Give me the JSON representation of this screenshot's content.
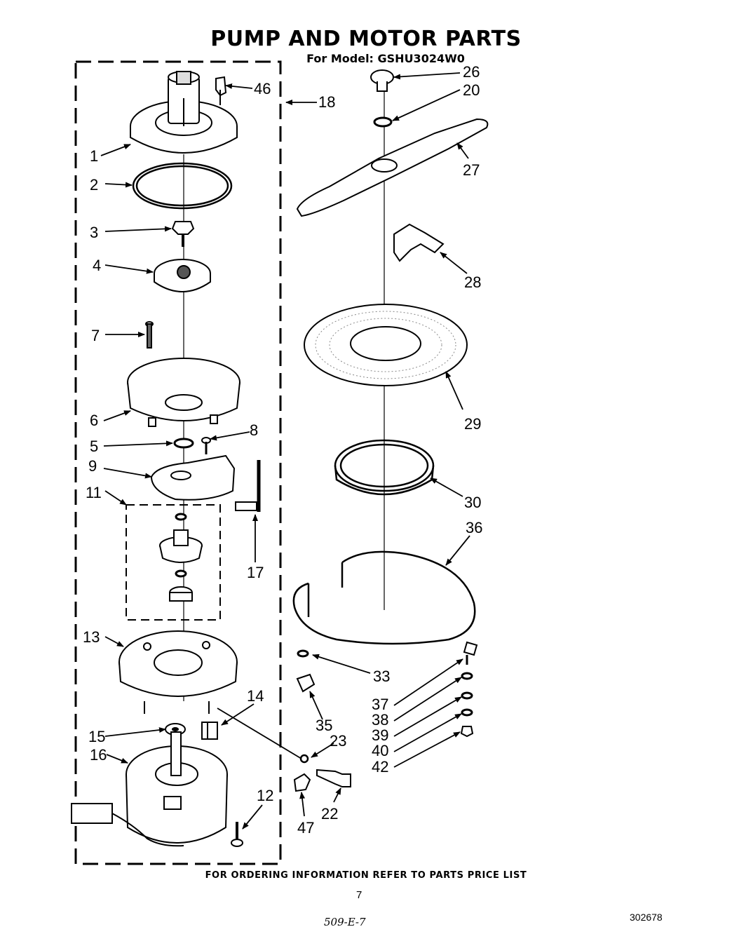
{
  "title": "PUMP AND MOTOR PARTS",
  "subtitle": "For Model: GSHU3024W0",
  "footer_note": "FOR ORDERING INFORMATION REFER TO PARTS PRICE LIST",
  "page_number": "7",
  "document_number": "302678",
  "handwritten_note": "509-E-7",
  "callouts": {
    "c46": "46",
    "c18": "18",
    "c1": "1",
    "c2": "2",
    "c3": "3",
    "c4": "4",
    "c7": "7",
    "c6": "6",
    "c5": "5",
    "c8": "8",
    "c9": "9",
    "c11": "11",
    "c17": "17",
    "c13": "13",
    "c14": "14",
    "c15": "15",
    "c16": "16",
    "c12": "12",
    "c26": "26",
    "c20": "20",
    "c27": "27",
    "c28": "28",
    "c29": "29",
    "c30": "30",
    "c36": "36",
    "c33": "33",
    "c35": "35",
    "c23": "23",
    "c22": "22",
    "c47": "47",
    "c37": "37",
    "c38": "38",
    "c39": "39",
    "c40": "40",
    "c42": "42"
  }
}
